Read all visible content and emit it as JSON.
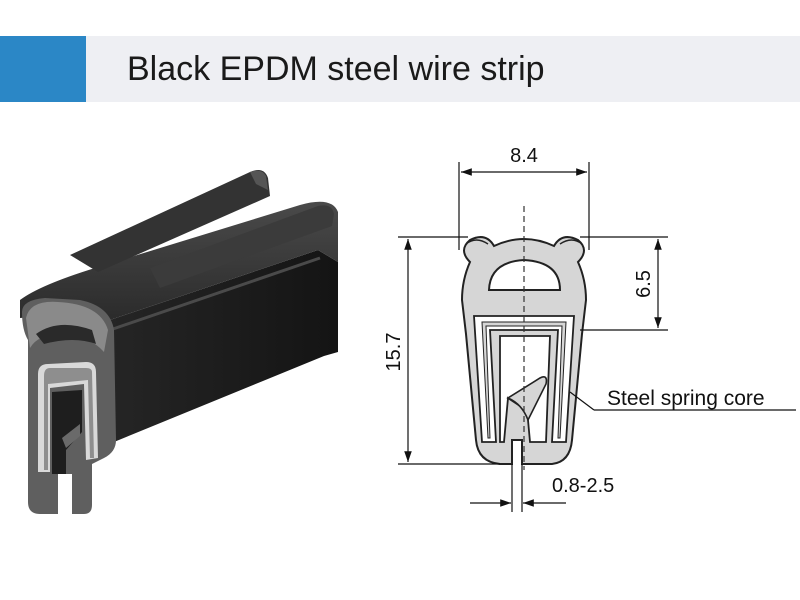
{
  "header": {
    "title": "Black EPDM steel wire strip",
    "accent_color": "#2b87c6",
    "band_color": "#eeeff3"
  },
  "product": {
    "icon": "rubber-strip-photo",
    "body_color": "#1c1c1c",
    "core_color": "#d9d9d9"
  },
  "drawing": {
    "icon": "cross-section-outline",
    "fill_color": "#d6d6d6",
    "dimensions": {
      "width": "8.4",
      "height": "15.7",
      "upper_height": "6.5",
      "grip_range": "0.8-2.5"
    },
    "callout": "Steel spring core"
  }
}
